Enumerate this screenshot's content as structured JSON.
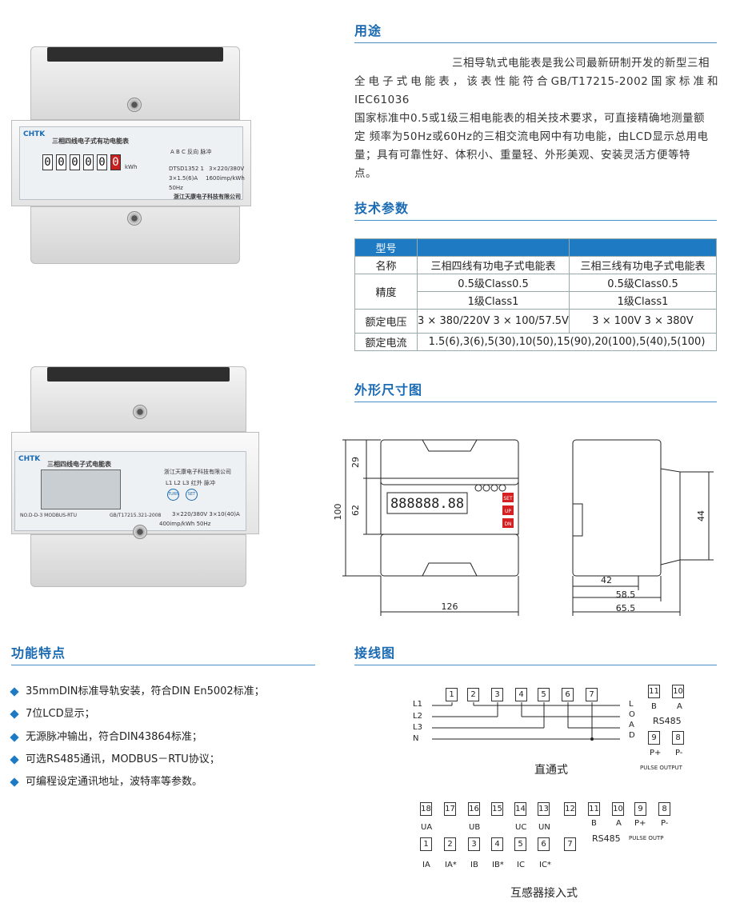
{
  "sections": {
    "usage_title": "用途",
    "tech_title": "技术参数",
    "dimension_title": "外形尺寸图",
    "feature_title": "功能特点",
    "wiring_title": "接线图"
  },
  "usage_lines": [
    "三相导轨式电能表是我公司最新研制开发的新型三相",
    "全电子式电能表，该表性能符合GB/T17215-2002国家标准和IEC61036",
    "国家标准中0.5或1级三相电能表的相关技术要求，可直接精确地测量额",
    "定 频率为50Hz或60Hz的三相交流电网中有功电能，由LCD显示总用电",
    "量；具有可靠性好、体积小、重量轻、外形美观、安装灵活方便等特",
    "点。"
  ],
  "table": {
    "header": [
      "型号",
      "",
      ""
    ],
    "rows": [
      {
        "label": "名称",
        "c1": "三相四线有功电子式电能表",
        "c2": "三相三线有功电子式电能表"
      },
      {
        "label": "精度",
        "c1": "0.5级Class0.5",
        "c2": "0.5级Class0.5"
      },
      {
        "label": "",
        "c1": "1级Class1",
        "c2": "1级Class1"
      },
      {
        "label": "额定电压",
        "c1": "3 × 380/220V  3 × 100/57.5V",
        "c2": "3 × 100V 3 × 380V"
      },
      {
        "label": "额定电流",
        "merged": "1.5(6),3(6),5(30),10(50),15(90),20(100),5(40),5(100)"
      }
    ]
  },
  "meter1": {
    "brand": "CHTK",
    "title": "三相四线电子式有功电能表",
    "digits": [
      "0",
      "0",
      "0",
      "0",
      "0",
      "0"
    ],
    "unit": "kWh",
    "phase_labels": "A  B  C  反向  脉冲",
    "model": "DTSD1352 1",
    "voltage": "3×220/380V",
    "current": "3×1.5(6)A",
    "freq": "50Hz",
    "const": "1600imp/kWh",
    "company": "浙江天康电子科技有限公司"
  },
  "meter2": {
    "brand": "CHTK",
    "title": "三相四线电子式电能表",
    "company": "浙江天康电子科技有限公司",
    "leds": "L1  L2  L3  红外  脉冲",
    "btn_turn": "TURN",
    "btn_set": "SET",
    "model": "NO.D-D-3  MODBUS-RTU",
    "std": "GB/T17215.321-2008",
    "voltage": "3×220/380V  3×10(40)A",
    "const": "400imp/kWh  50Hz"
  },
  "dimensions": {
    "d29": "29",
    "d62": "62",
    "d100": "100",
    "d126": "126",
    "d42": "42",
    "d44": "44",
    "d58": "58.5",
    "d65": "65.5",
    "lcd": "888888.88",
    "btn_set": "SET",
    "btn_up": "UP",
    "btn_dn": "DN"
  },
  "features": [
    "35mmDIN标准导轨安装，符合DIN  En5002标准；",
    "7位LCD显示；",
    "无源脉冲输出，符合DIN43864标准；",
    "可选RS485通讯，MODBUS－RTU协议；",
    "可编程设定通讯地址，波特率等参数。"
  ],
  "wiring_direct": {
    "terminals": [
      "1",
      "2",
      "3",
      "4",
      "5",
      "6",
      "7"
    ],
    "lines": [
      "L1",
      "L2",
      "L3",
      "N"
    ],
    "load": [
      "L",
      "O",
      "A",
      "D"
    ],
    "rs485_terms": [
      "11",
      "10"
    ],
    "rs485_ab": [
      "B",
      "A"
    ],
    "rs485": "RS485",
    "pulse_terms": [
      "9",
      "8"
    ],
    "pulse_pm": [
      "P+",
      "P-"
    ],
    "pulse": "PULSE OUTPUT",
    "caption": "直通式"
  },
  "wiring_ct": {
    "top_terms": [
      "18",
      "17",
      "16",
      "15",
      "14",
      "13",
      "12",
      "11",
      "10",
      "9",
      "8"
    ],
    "top_labels": [
      "UA",
      "UB",
      "UC",
      "UN"
    ],
    "ab": [
      "B",
      "A"
    ],
    "pm": [
      "P+",
      "P-"
    ],
    "rs485": "RS485",
    "pulse": "PULSE OUTP",
    "bottom_terms": [
      "1",
      "2",
      "3",
      "4",
      "5",
      "6",
      "7"
    ],
    "bottom_labels": [
      "IA",
      "IA*",
      "IB",
      "IB*",
      "IC",
      "IC*"
    ],
    "caption": "互感器接入式"
  },
  "colors": {
    "accent": "#1a6bb3",
    "table_header": "#1f7ac4",
    "button_red": "#d42020"
  }
}
